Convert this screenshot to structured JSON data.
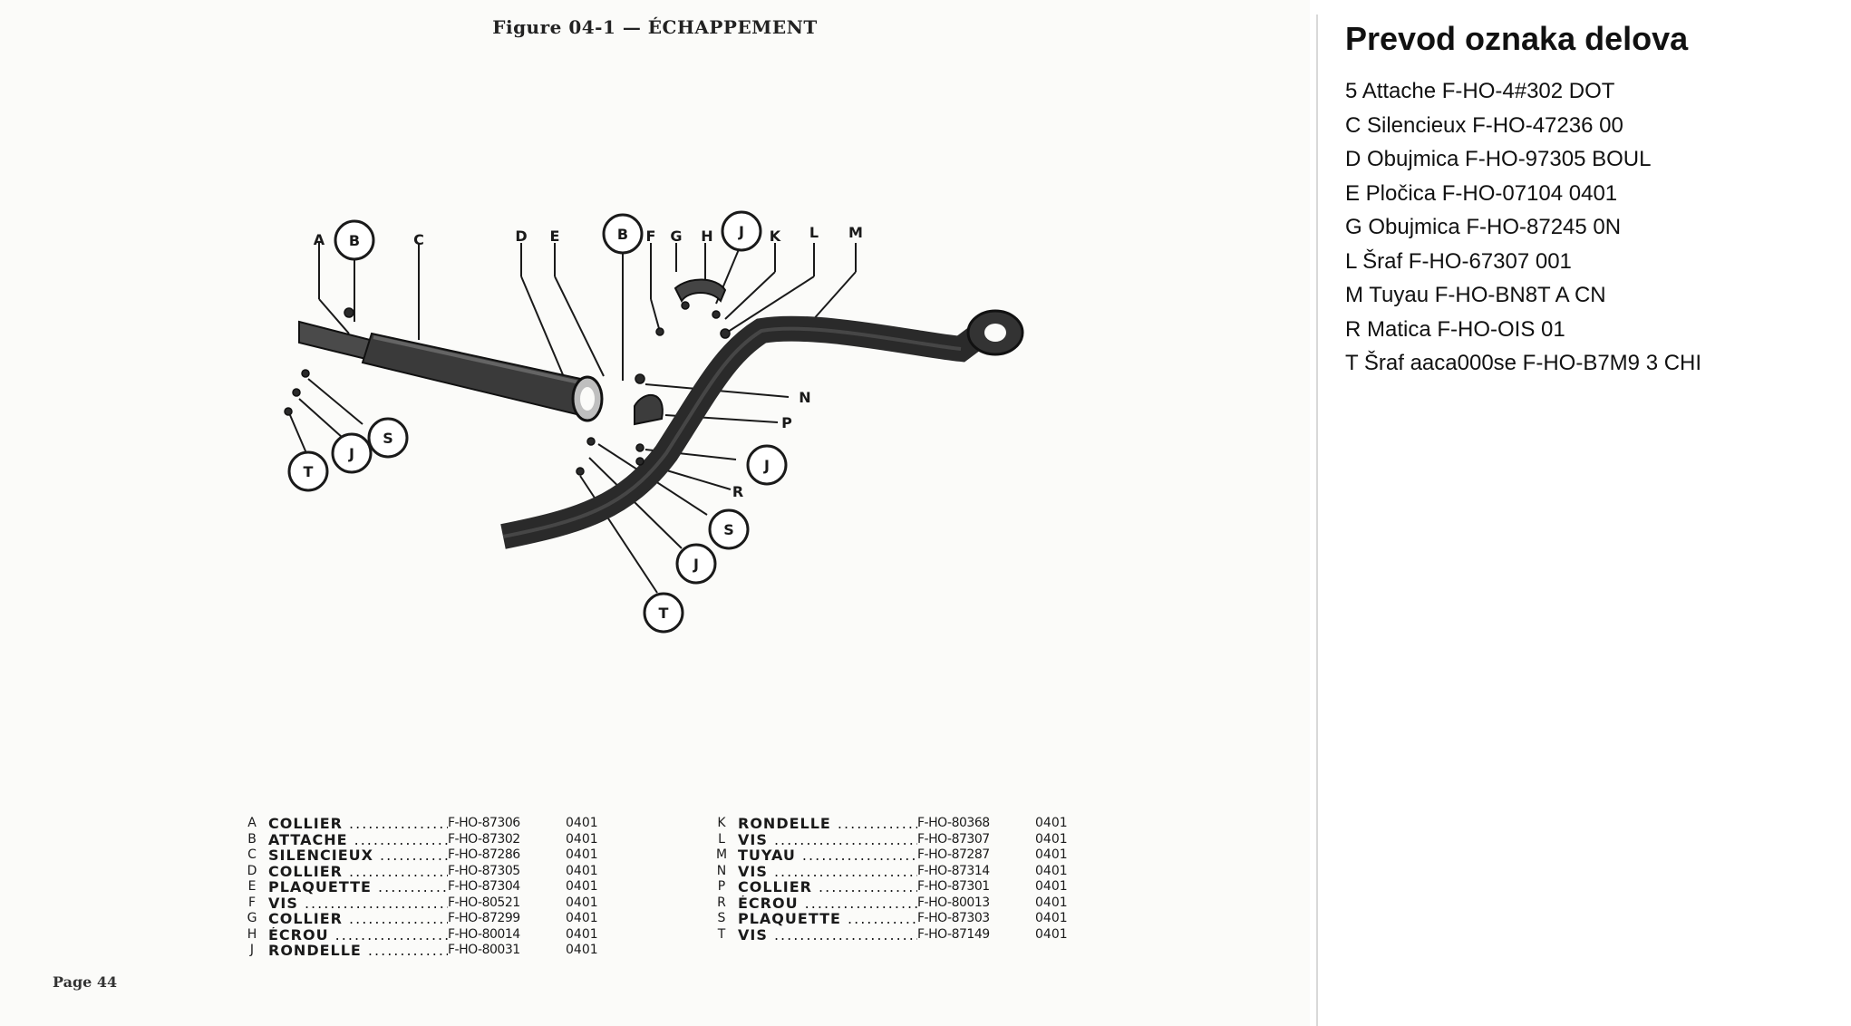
{
  "figure": {
    "title": "Figure 04-1 — ÉCHAPPEMENT",
    "page_label": "Page 44",
    "callout_labels": {
      "A": "A",
      "B": "B",
      "C": "C",
      "D": "D",
      "E": "E",
      "F": "F",
      "G": "G",
      "H": "H",
      "J": "J",
      "K": "K",
      "L": "L",
      "M": "M",
      "N": "N",
      "P": "P",
      "R": "R",
      "S": "S",
      "T": "T"
    }
  },
  "parts_left": [
    {
      "letter": "A",
      "name": "COLLIER",
      "ref": "F-HO-87306",
      "code": "0401"
    },
    {
      "letter": "B",
      "name": "ATTACHE",
      "ref": "F-HO-87302",
      "code": "0401"
    },
    {
      "letter": "C",
      "name": "SILENCIEUX",
      "ref": "F-HO-87286",
      "code": "0401"
    },
    {
      "letter": "D",
      "name": "COLLIER",
      "ref": "F-HO-87305",
      "code": "0401"
    },
    {
      "letter": "E",
      "name": "PLAQUETTE",
      "ref": "F-HO-87304",
      "code": "0401"
    },
    {
      "letter": "F",
      "name": "VIS",
      "ref": "F-HO-80521",
      "code": "0401"
    },
    {
      "letter": "G",
      "name": "COLLIER",
      "ref": "F-HO-87299",
      "code": "0401"
    },
    {
      "letter": "H",
      "name": "ÉCROU",
      "ref": "F-HO-80014",
      "code": "0401"
    },
    {
      "letter": "J",
      "name": "RONDELLE",
      "ref": "F-HO-80031",
      "code": "0401"
    }
  ],
  "parts_right": [
    {
      "letter": "K",
      "name": "RONDELLE",
      "ref": "F-HO-80368",
      "code": "0401"
    },
    {
      "letter": "L",
      "name": "VIS",
      "ref": "F-HO-87307",
      "code": "0401"
    },
    {
      "letter": "M",
      "name": "TUYAU",
      "ref": "F-HO-87287",
      "code": "0401"
    },
    {
      "letter": "N",
      "name": "VIS",
      "ref": "F-HO-87314",
      "code": "0401"
    },
    {
      "letter": "P",
      "name": "COLLIER",
      "ref": "F-HO-87301",
      "code": "0401"
    },
    {
      "letter": "R",
      "name": "ÉCROU",
      "ref": "F-HO-80013",
      "code": "0401"
    },
    {
      "letter": "S",
      "name": "PLAQUETTE",
      "ref": "F-HO-87303",
      "code": "0401"
    },
    {
      "letter": "T",
      "name": "VIS",
      "ref": "F-HO-87149",
      "code": "0401"
    }
  ],
  "translation": {
    "title": "Prevod oznaka delova",
    "items": [
      "5 Attache F-HO-4#302 DOT",
      "C Silencieux F-HO-47236 00",
      "D Obujmica F-HO-97305 BOUL",
      "E Pločica F-HO-07104 0401",
      "G Obujmica F-HO-87245 0N",
      "L Šraf F-HO-67307 001",
      "M Tuyau F-HO-BN8T A CN",
      "R Matica F-HO-OIS 01",
      "T Šraf aaca000se F-HO-B7M9 3 CHI"
    ]
  }
}
